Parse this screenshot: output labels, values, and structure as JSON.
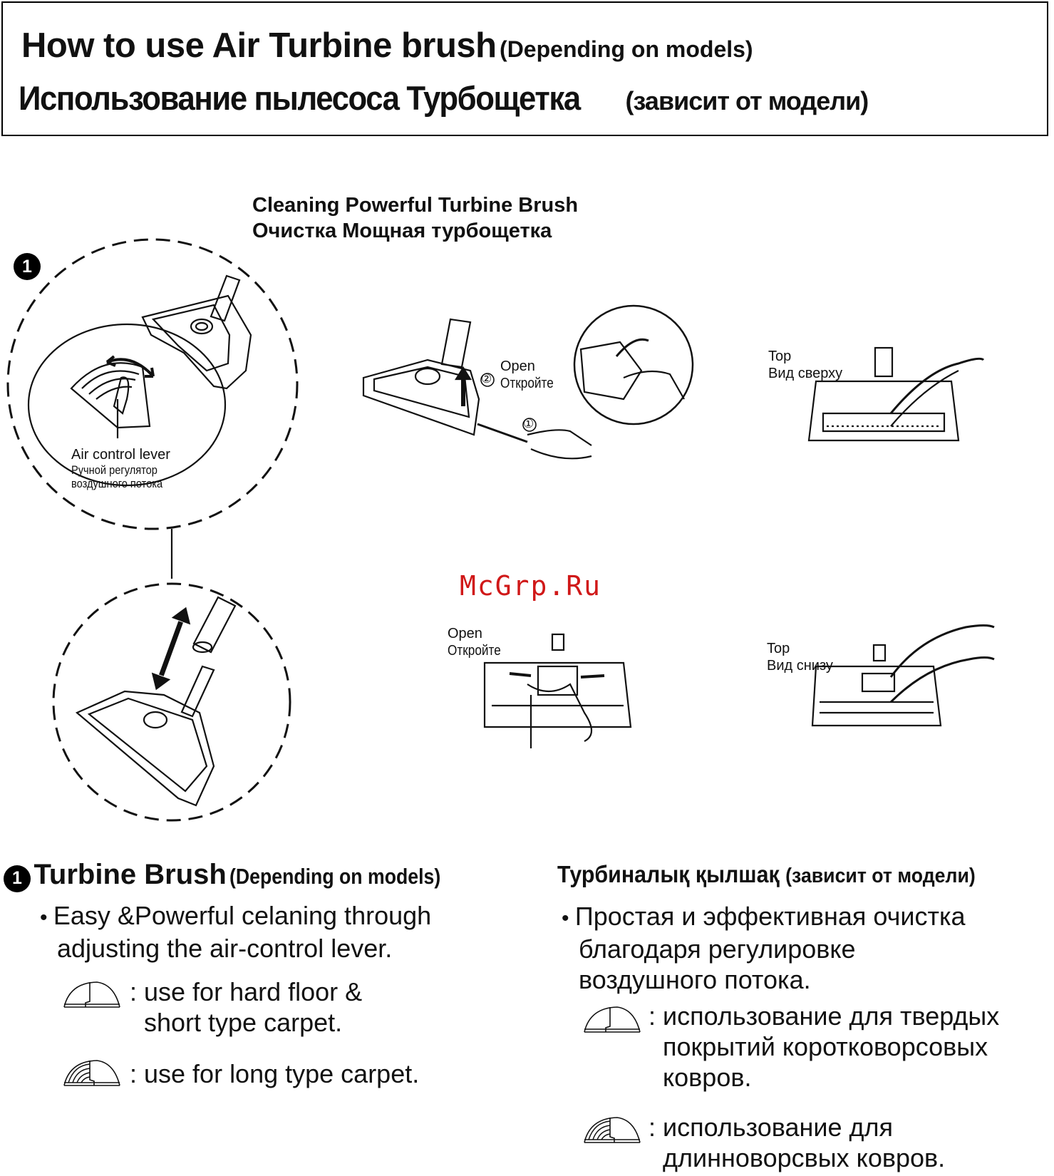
{
  "header": {
    "title_en": "How to use Air Turbine brush",
    "title_en_note": "(Depending on models)",
    "title_ru": "Использование пылесоса Турбощетка",
    "title_ru_note": "(зависит от модели)"
  },
  "cleaning": {
    "title_en": "Cleaning Powerful Turbine Brush",
    "title_ru": "Очистка Мощная турбощетка"
  },
  "diagram": {
    "step_badge": "1",
    "air_lever_en": "Air control lever",
    "air_lever_ru_1": "Ручной регулятор",
    "air_lever_ru_2": "воздушного потока",
    "open_en": "Open",
    "open_ru": "Откройте",
    "num_1": "①",
    "num_2": "②",
    "top_en_1": "Top",
    "top_ru_1": "Вид сверху",
    "open2_en": "Open",
    "open2_ru": "Откройте",
    "top_en_2": "Top",
    "top_ru_2": "Вид снизу"
  },
  "watermark": "McGrp.Ru",
  "section_en": {
    "badge": "1",
    "title": "Turbine Brush",
    "note": "(Depending on models)",
    "bullet_1": "Easy &Powerful celaning through",
    "bullet_2": "adjusting the air-control lever.",
    "hard_1": ": use for hard floor &",
    "hard_2": "short type carpet.",
    "long_1": ": use for long type carpet."
  },
  "section_ru": {
    "title": "Турбиналық қылшақ",
    "note": "(зависит от модели)",
    "bullet_1": "Простая и эффективная очистка",
    "bullet_2": "благодаря регулировке",
    "bullet_3": "воздушного потока.",
    "hard_1": ": использование для твердых",
    "hard_2": "покрытий коротковорсовых",
    "hard_3": "ковров.",
    "long_1": ": использование для",
    "long_2": "длинноворсвых ковров."
  }
}
